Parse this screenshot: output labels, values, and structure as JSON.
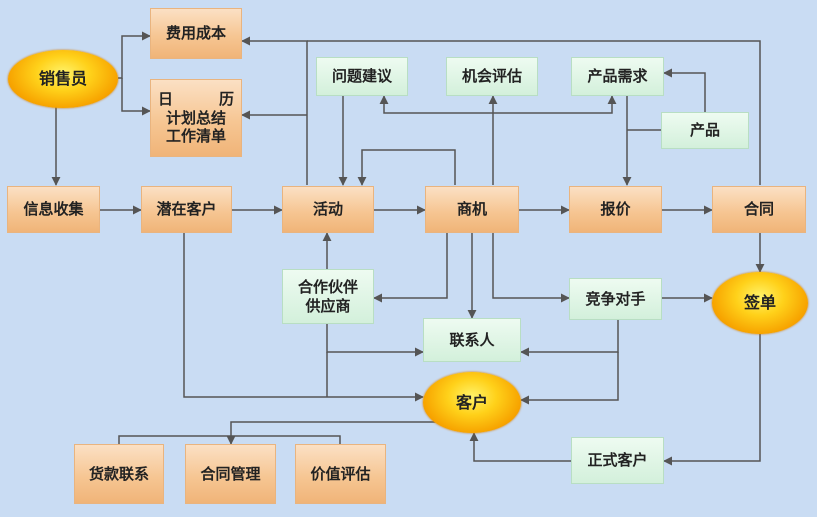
{
  "nodes": {
    "salesperson": "销售员",
    "expense_cost": "费用成本",
    "schedule_line1": "日　　历",
    "schedule_line2": "计划总结",
    "schedule_line3": "工作清单",
    "issue_suggestion": "问题建议",
    "opportunity_eval": "机会评估",
    "product_demand": "产品需求",
    "product": "产品",
    "info_collection": "信息收集",
    "potential_customer": "潜在客户",
    "activity": "活动",
    "business_opportunity": "商机",
    "quotation": "报价",
    "contract": "合同",
    "partner_line1": "合作伙伴",
    "partner_line2": "供应商",
    "competitor": "竞争对手",
    "signing": "签单",
    "contact": "联系人",
    "customer": "客户",
    "formal_customer": "正式客户",
    "payment_contact": "货款联系",
    "contract_management": "合同管理",
    "value_assessment": "价值评估"
  },
  "colors": {
    "background": "#c9dcf3",
    "box_peach": "#f6c693",
    "box_mint": "#d3f0db",
    "oval": "#ffc000",
    "connector": "#555555"
  }
}
